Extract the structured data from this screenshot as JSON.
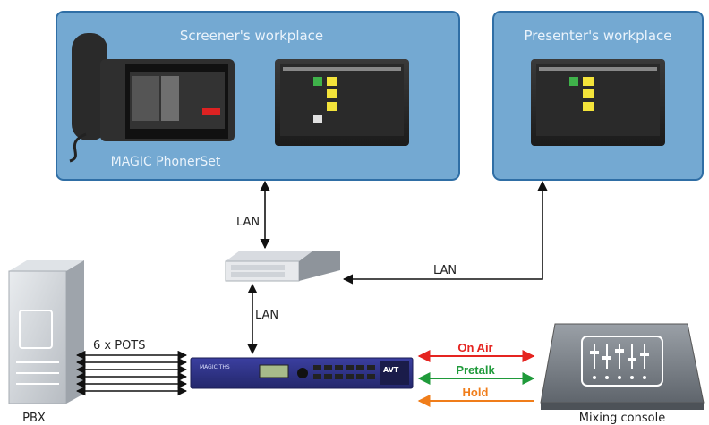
{
  "workplaces": {
    "screener_title": "Screener's workplace",
    "presenter_title": "Presenter's workplace",
    "phoneset_label": "MAGIC PhonerSet"
  },
  "links": {
    "lan_upper": "LAN",
    "lan_right": "LAN",
    "lan_lower": "LAN",
    "pots": "6 x POTS"
  },
  "devices": {
    "pbx": "PBX",
    "mixing_console": "Mixing console",
    "magic_brand": "MAGIC THS",
    "avt_brand": "AVT"
  },
  "signals": [
    {
      "label": "On Air",
      "color": "#e52420"
    },
    {
      "label": "Pretalk",
      "color": "#1f9a3a"
    },
    {
      "label": "Hold",
      "color": "#f07d1a"
    }
  ],
  "colors": {
    "panel_fill": "#74a9d2",
    "panel_border": "#2f6ea5",
    "connector": "#111111"
  }
}
